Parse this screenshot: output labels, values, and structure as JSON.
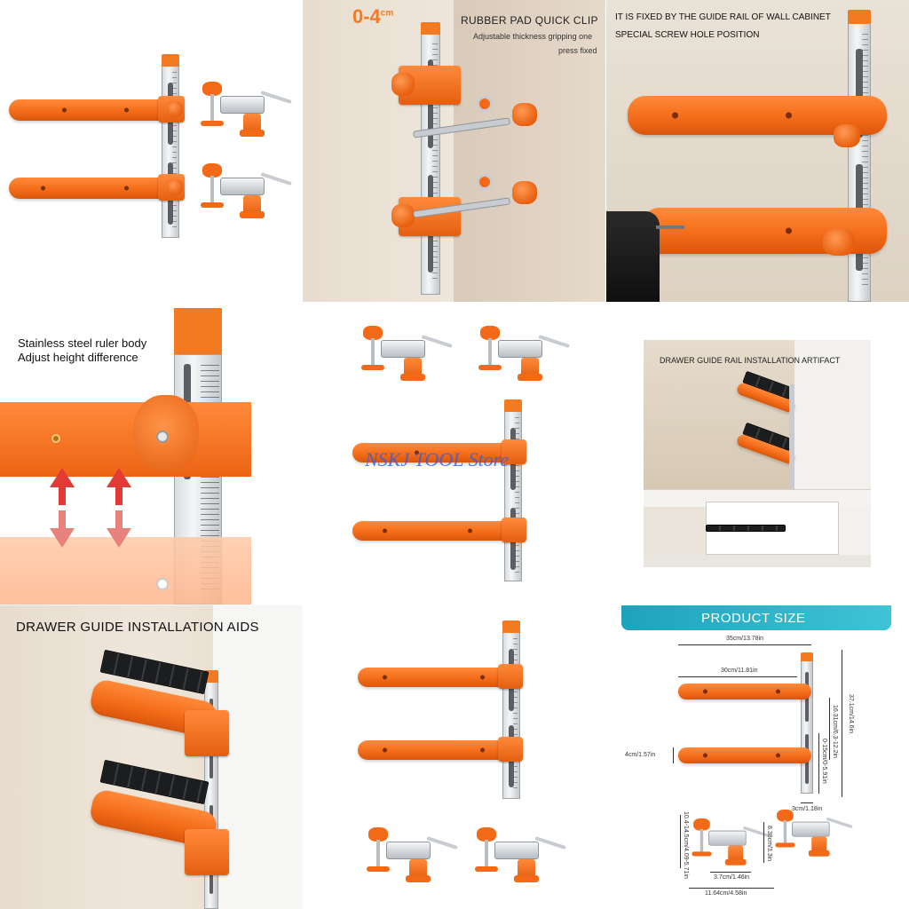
{
  "panels": {
    "p2": {
      "range": "0-4",
      "unit": "cm",
      "title": "RUBBER PAD QUICK CLIP",
      "sub1": "Adjustable thickness gripping one",
      "sub2": "press fixed"
    },
    "p3": {
      "line1": "IT IS FIXED BY THE GUIDE RAIL OF WALL CABINET",
      "line2": "SPECIAL SCREW HOLE POSITION"
    },
    "p4": {
      "line1": "Stainless steel ruler body",
      "line2": "Adjust height difference"
    },
    "p5": {
      "watermark": "NSKJ TOOL Store"
    },
    "p6": {
      "title": "DRAWER GUIDE RAIL INSTALLATION ARTIFACT"
    },
    "p7": {
      "title": "DRAWER GUIDE INSTALLATION AIDS"
    },
    "p9": {
      "title": "PRODUCT SIZE",
      "dims": {
        "total_width": "35cm/13.78in",
        "arm_width": "30cm/11.81in",
        "total_height": "37.1cm/14.6in",
        "adjust_range": "16.31cm/6.3-12.2in",
        "ruler_range": "0-15cm/0-5.91in",
        "arm_height": "4cm/1.57in",
        "ruler_width": "3cm/1.18in",
        "clamp_height": "10.4-14.5cm/4.09-5.71in",
        "clamp_body": "8.38cm/3.3in",
        "clamp_base": "3.7cm/1.46in",
        "clamp_length": "11.64cm/4.58in"
      }
    }
  },
  "colors": {
    "orange": "#f26a17",
    "steel": "#c4c8cc",
    "banner": "#2bb3c9",
    "arrow": "#e23a34"
  }
}
